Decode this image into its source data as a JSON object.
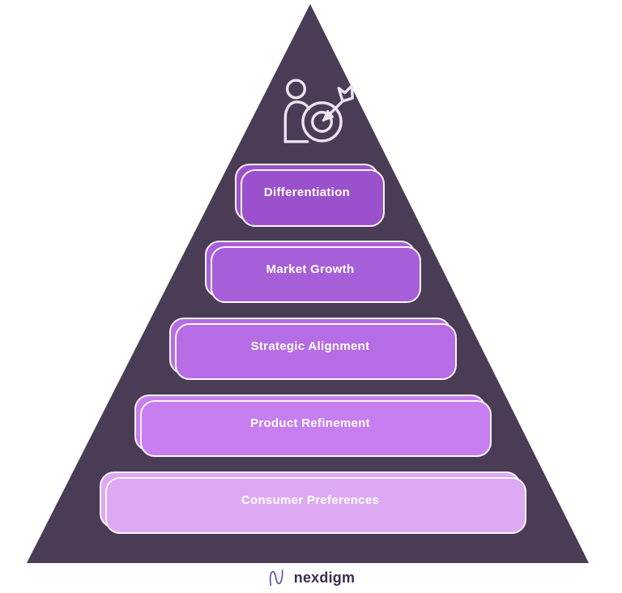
{
  "pyramid": {
    "background_color": "#4A3C54",
    "icon": "person-target-arrow-icon",
    "icon_color": "#EDE4F2",
    "levels": [
      {
        "label": "Differentiation",
        "color": "#9C51CC"
      },
      {
        "label": "Market Growth",
        "color": "#A75FD9"
      },
      {
        "label": "Strategic Alignment",
        "color": "#B56CE4"
      },
      {
        "label": "Product Refinement",
        "color": "#C77EF0"
      },
      {
        "label": "Consumer Preferences",
        "color": "#DCA9F2"
      }
    ],
    "label_color": "#FFFFFF",
    "border_color": "#FBF4FD"
  },
  "footer": {
    "brand": "nexdigm",
    "brand_text_color": "#3A2D52",
    "brand_mark_color": "#5A4B9B"
  }
}
